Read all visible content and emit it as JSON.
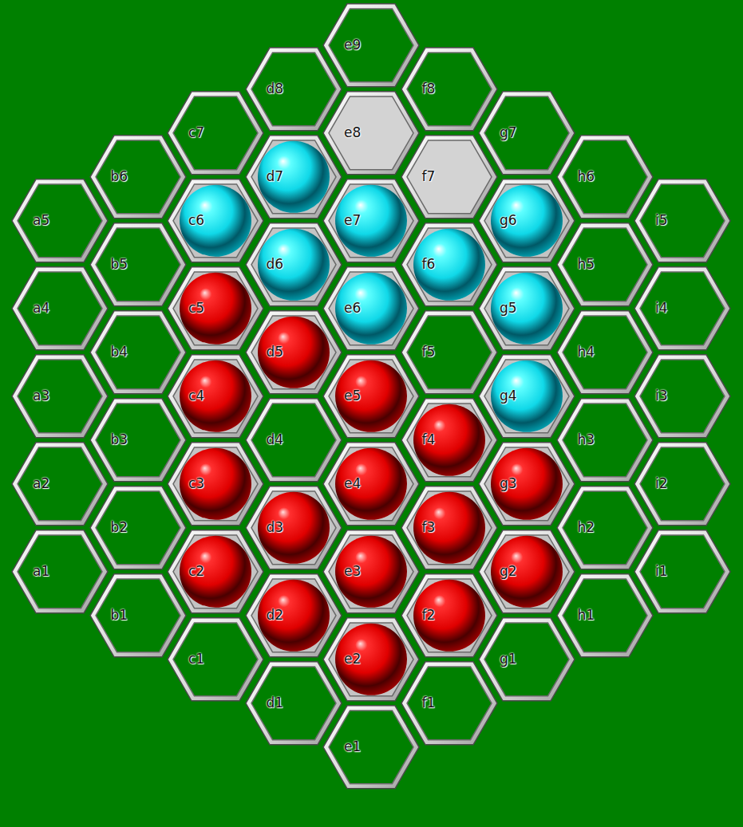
{
  "diagram": {
    "nodes": [
      {
        "text": [
          "e9"
        ]
      },
      {
        "text": [
          "d8"
        ]
      },
      {
        "text": [
          "f8"
        ]
      },
      {
        "text": [
          "c7"
        ]
      },
      {
        "text": [
          "e8"
        ]
      },
      {
        "text": [
          "g7"
        ]
      },
      {
        "text": [
          "b6"
        ]
      },
      {
        "text": [
          "d7"
        ]
      },
      {
        "text": [
          "f7"
        ]
      },
      {
        "text": [
          "h6"
        ]
      },
      {
        "text": [
          "a5"
        ]
      },
      {
        "text": [
          "c6"
        ]
      },
      {
        "text": [
          "e7"
        ]
      },
      {
        "text": [
          "g6"
        ]
      },
      {
        "text": [
          "i5"
        ]
      },
      {
        "text": [
          "b5"
        ]
      },
      {
        "text": [
          "d6"
        ]
      },
      {
        "text": [
          "f6"
        ]
      },
      {
        "text": [
          "h5"
        ]
      },
      {
        "text": [
          "a4"
        ]
      },
      {
        "text": [
          "c5"
        ]
      },
      {
        "text": [
          "e6"
        ]
      },
      {
        "text": [
          "g5"
        ]
      },
      {
        "text": [
          "i4"
        ]
      },
      {
        "text": [
          "b4"
        ]
      },
      {
        "text": [
          "d5"
        ]
      },
      {
        "text": [
          "f5"
        ]
      },
      {
        "text": [
          "h4"
        ]
      },
      {
        "text": [
          "a3"
        ]
      },
      {
        "text": [
          "c4"
        ]
      },
      {
        "text": [
          "e5"
        ]
      },
      {
        "text": [
          "g4"
        ]
      },
      {
        "text": [
          "i3"
        ]
      },
      {
        "text": [
          "b3"
        ]
      },
      {
        "text": [
          "d4"
        ]
      },
      {
        "text": [
          "f4"
        ]
      },
      {
        "text": [
          "h3"
        ]
      },
      {
        "text": [
          "a2"
        ]
      },
      {
        "text": [
          "c3"
        ]
      },
      {
        "text": [
          "e4"
        ]
      },
      {
        "text": [
          "g3"
        ]
      },
      {
        "text": [
          "i2"
        ]
      },
      {
        "text": [
          "b2"
        ]
      },
      {
        "text": [
          "d3"
        ]
      },
      {
        "text": [
          "f3"
        ]
      },
      {
        "text": [
          "h2"
        ]
      },
      {
        "text": [
          "a1"
        ]
      },
      {
        "text": [
          "c2"
        ]
      },
      {
        "text": [
          "e3"
        ]
      },
      {
        "text": [
          "g2"
        ]
      },
      {
        "text": [
          "i1"
        ]
      },
      {
        "text": [
          "b1"
        ]
      },
      {
        "text": [
          "d2"
        ]
      },
      {
        "text": [
          "f2"
        ]
      },
      {
        "text": [
          "h1"
        ]
      },
      {
        "text": [
          "c1"
        ]
      },
      {
        "text": [
          "e2"
        ]
      },
      {
        "text": [
          "g1"
        ]
      },
      {
        "text": [
          "d1"
        ]
      },
      {
        "text": [
          "f1"
        ]
      },
      {
        "text": [
          "e1"
        ]
      }
    ]
  }
}
